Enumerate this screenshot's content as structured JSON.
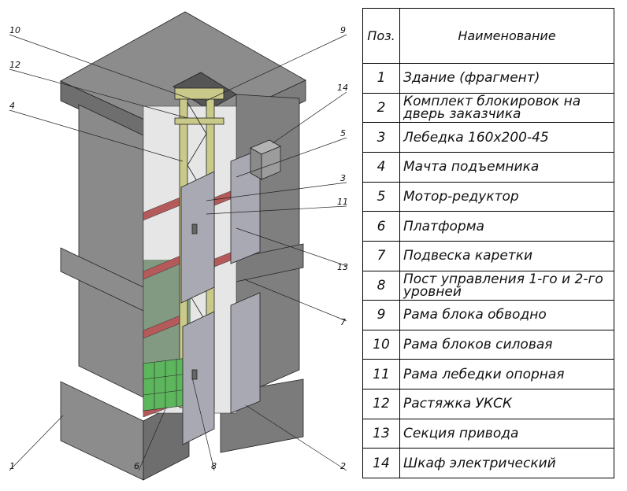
{
  "table": {
    "header": {
      "pos": "Поз.",
      "name": "Наименование"
    },
    "rows": [
      {
        "pos": "1",
        "name": "Здание (фрагмент)"
      },
      {
        "pos": "2",
        "name": "Комплект блокировок на дверь заказчика"
      },
      {
        "pos": "3",
        "name": "Лебедка 160х200-45"
      },
      {
        "pos": "4",
        "name": "Мачта подъемника"
      },
      {
        "pos": "5",
        "name": "Мотор-редуктор"
      },
      {
        "pos": "6",
        "name": "Платформа"
      },
      {
        "pos": "7",
        "name": "Подвеска каретки"
      },
      {
        "pos": "8",
        "name": "Пост управления 1-го и 2-го уровней"
      },
      {
        "pos": "9",
        "name": "Рама блока обводно"
      },
      {
        "pos": "10",
        "name": "Рама блоков силовая"
      },
      {
        "pos": "11",
        "name": "Рама лебедки опорная"
      },
      {
        "pos": "12",
        "name": "Растяжка УКСК"
      },
      {
        "pos": "13",
        "name": "Секция привода"
      },
      {
        "pos": "14",
        "name": "Шкаф электрический"
      }
    ]
  },
  "callouts": [
    {
      "id": "c10",
      "text": "10"
    },
    {
      "id": "c12",
      "text": "12"
    },
    {
      "id": "c4",
      "text": "4"
    },
    {
      "id": "c9",
      "text": "9"
    },
    {
      "id": "c14",
      "text": "14"
    },
    {
      "id": "c5",
      "text": "5"
    },
    {
      "id": "c3",
      "text": "3"
    },
    {
      "id": "c11",
      "text": "11"
    },
    {
      "id": "c13",
      "text": "13"
    },
    {
      "id": "c7",
      "text": "7"
    },
    {
      "id": "c1",
      "text": "1"
    },
    {
      "id": "c6",
      "text": "6"
    },
    {
      "id": "c8",
      "text": "8"
    },
    {
      "id": "c2",
      "text": "2"
    }
  ],
  "colors": {
    "concrete": "#8c8c8c",
    "concrete_dark": "#6e6e6e",
    "concrete_light": "#a8a8a8",
    "door": "#a9a9b3",
    "beam_red": "#b55a5a",
    "mast_yellow": "#c9c98a",
    "platform_green": "#5db55d",
    "cabinet": "#999999"
  }
}
